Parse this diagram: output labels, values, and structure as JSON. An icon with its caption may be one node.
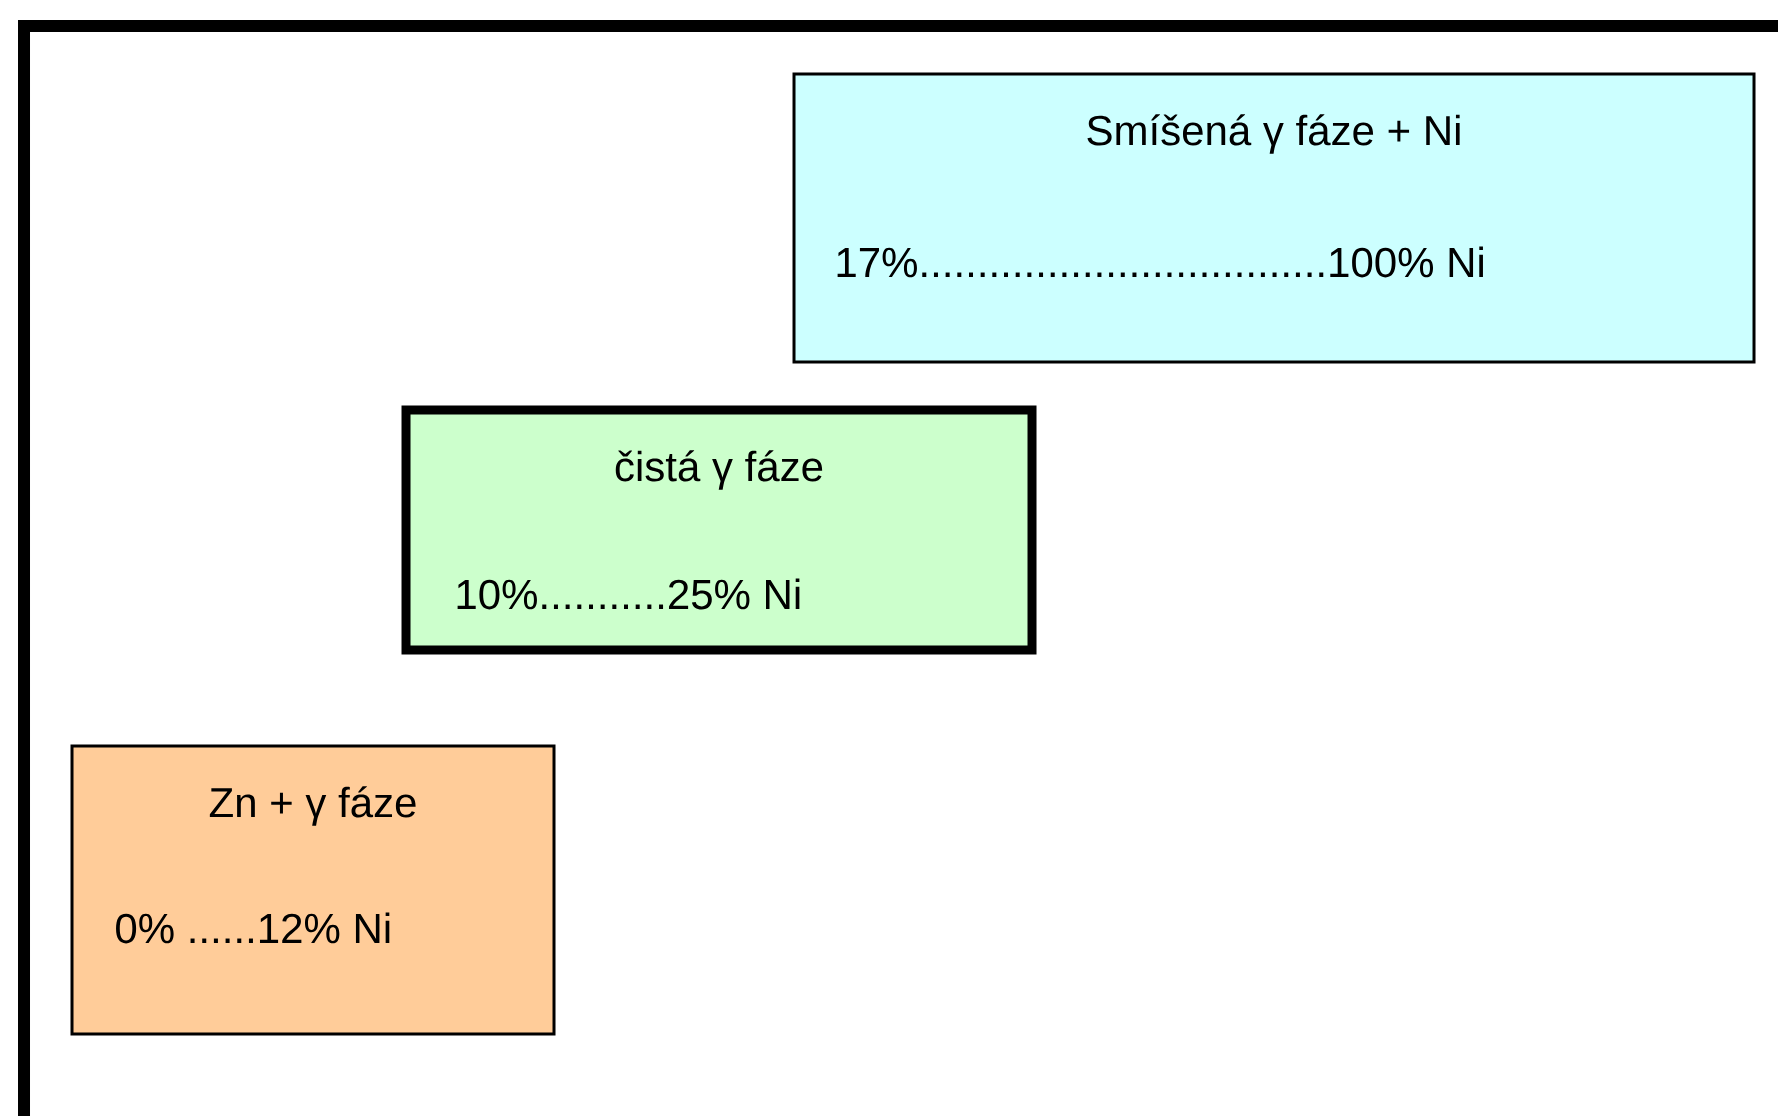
{
  "diagram": {
    "nodes": [
      {
        "text": [
          "Smíšená γ fáze + Ni",
          "17%...................................100% Ni"
        ]
      },
      {
        "text": [
          "čistá γ fáze",
          "10%...........25% Ni"
        ]
      },
      {
        "text": [
          "Zn + γ fáze",
          "0% ......12% Ni"
        ]
      }
    ]
  }
}
